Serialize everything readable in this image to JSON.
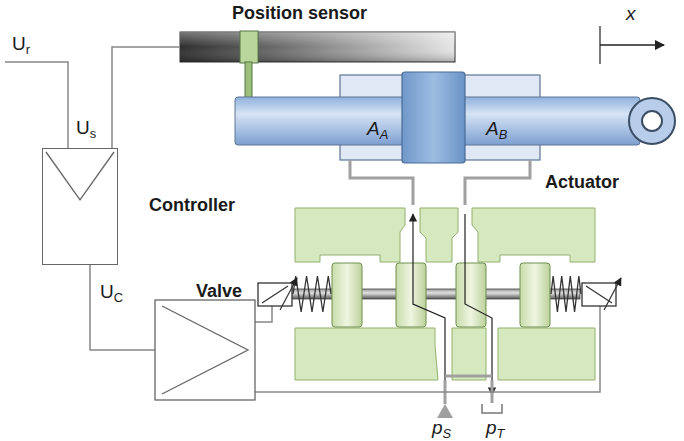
{
  "diagram": {
    "nodes": [
      {
        "text": [
          "Position sensor"
        ]
      },
      {
        "text": [
          "AA",
          "AB",
          "Actuator"
        ]
      },
      {
        "text": [
          "Controller"
        ]
      },
      {
        "text": [
          "Valve"
        ]
      }
    ],
    "edges": [
      {
        "from": 0,
        "to": 2,
        "arrow": "none",
        "label": "Us"
      },
      {
        "from": 2,
        "to": 3,
        "arrow": "none",
        "label": "UC"
      },
      {
        "from": 1,
        "to": 3,
        "arrow": "none"
      },
      {
        "from": 1,
        "to": 3,
        "arrow": "none"
      }
    ],
    "labels": [
      "x",
      "Ur",
      "pS",
      "pT"
    ]
  }
}
